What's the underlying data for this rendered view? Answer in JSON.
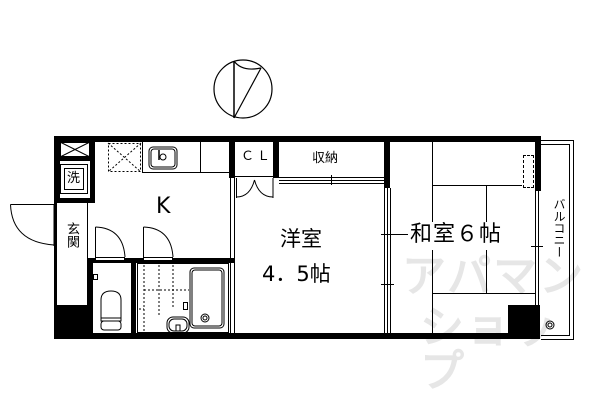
{
  "floorplan": {
    "compass": {
      "symbol": "north-arrow"
    },
    "rooms": {
      "kitchen": {
        "label": "K"
      },
      "western_room": {
        "label_line1": "洋室",
        "label_line2": "4．5帖"
      },
      "japanese_room": {
        "label": "和室６帖"
      },
      "closet": {
        "label": "ＣＬ"
      },
      "storage": {
        "label": "収納"
      },
      "entrance": {
        "label": "玄関"
      },
      "washer": {
        "label": "洗"
      },
      "balcony": {
        "label": "バルコニー"
      }
    },
    "watermark": {
      "line1": "アパマン",
      "line2": "ショップ"
    },
    "colors": {
      "wall": "#000000",
      "background": "#ffffff",
      "watermark": "#e6e6e6"
    }
  }
}
